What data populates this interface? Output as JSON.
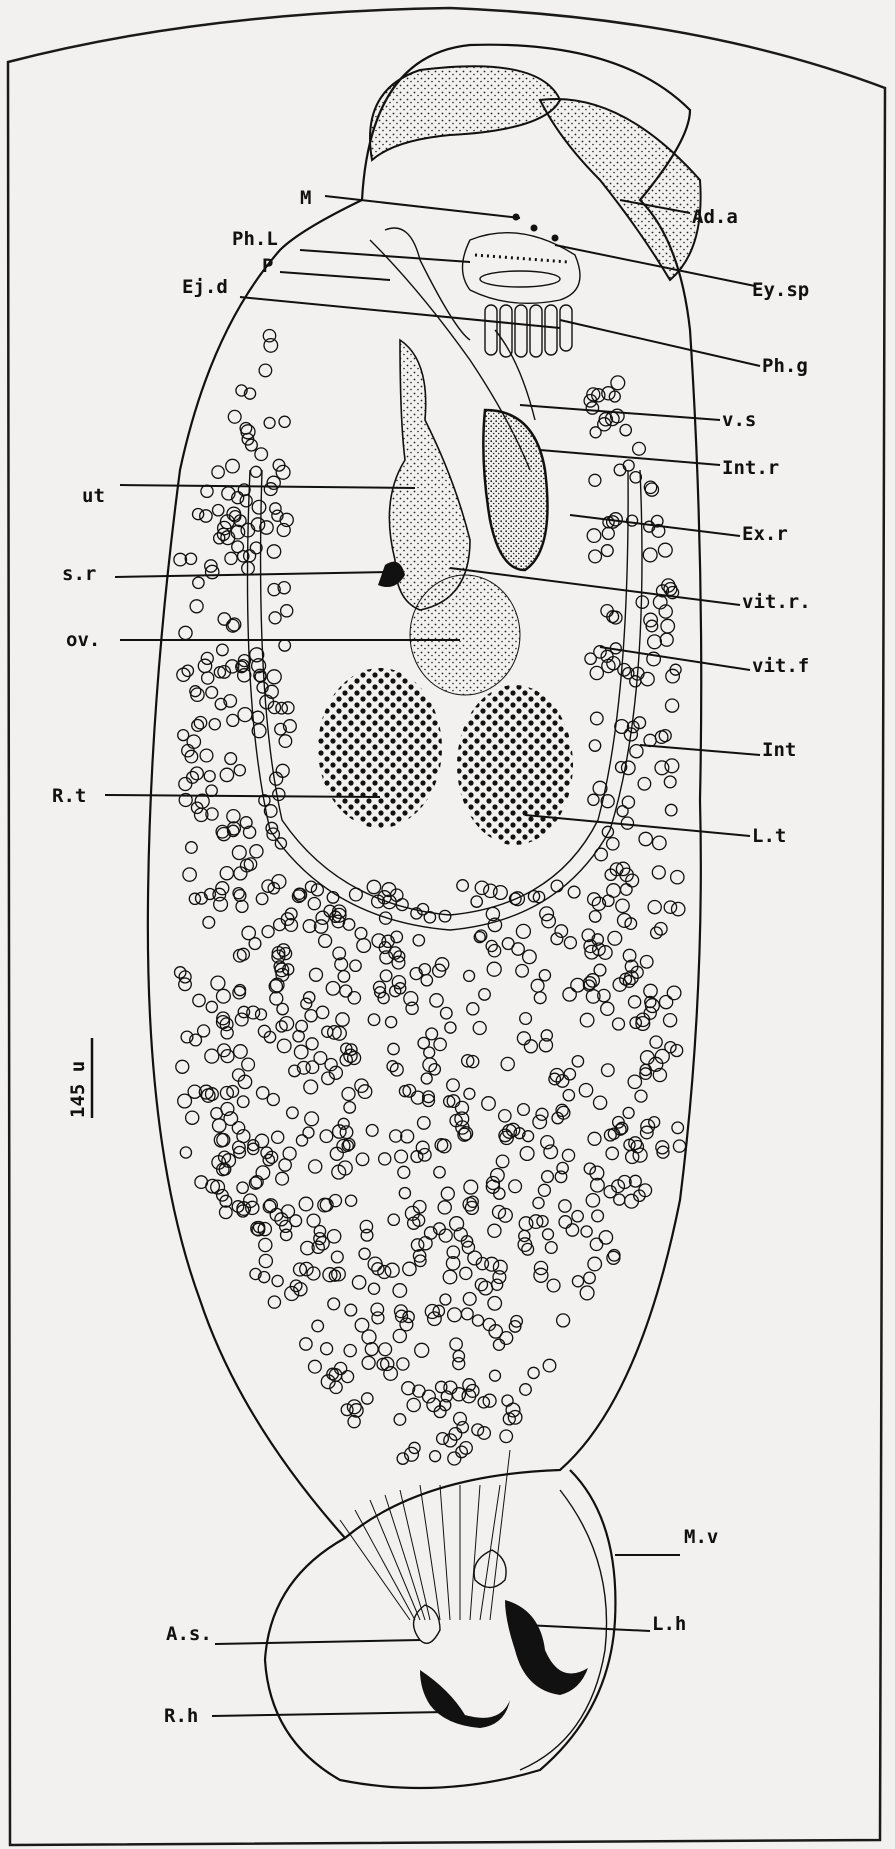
{
  "labels": {
    "M": "M",
    "Ph_L": "Ph.L",
    "P": "P",
    "Ej_d": "Ej.d",
    "Ad_a": "Ad.a",
    "Ey_sp": "Ey.sp",
    "Ph_g": "Ph.g",
    "v_s": "v.s",
    "Int_r": "Int.r",
    "Ex_r": "Ex.r",
    "ut": "ut",
    "s_r": "s.r",
    "vit_r": "vit.r.",
    "ov": "ov.",
    "vit_f": "vit.f",
    "Int": "Int",
    "R_t": "R.t",
    "L_t": "L.t",
    "M_v": "M.v",
    "A_s": "A.s.",
    "L_h": "L.h",
    "R_h": "R.h"
  },
  "scale_bar": {
    "label": "145 u"
  },
  "colors": {
    "ink": "#111111",
    "paper": "#f3f1ef",
    "frame": "#1a1a1a"
  }
}
